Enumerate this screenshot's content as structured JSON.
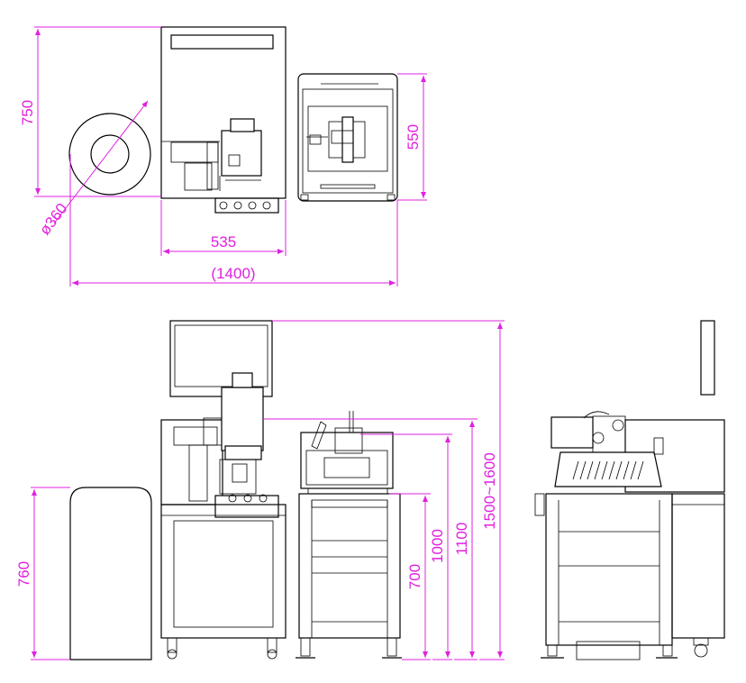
{
  "dimensions": {
    "top_height": "750",
    "top_depth": "550",
    "reel_diameter": "ø360",
    "unit_width": "535",
    "overall_width": "(1400)",
    "reel_height": "760",
    "table_height": "700",
    "h_1000": "1000",
    "h_1100": "1100",
    "total_height": "1500~1600"
  },
  "colors": {
    "dimension": "#e020e0",
    "line": "#000000"
  }
}
